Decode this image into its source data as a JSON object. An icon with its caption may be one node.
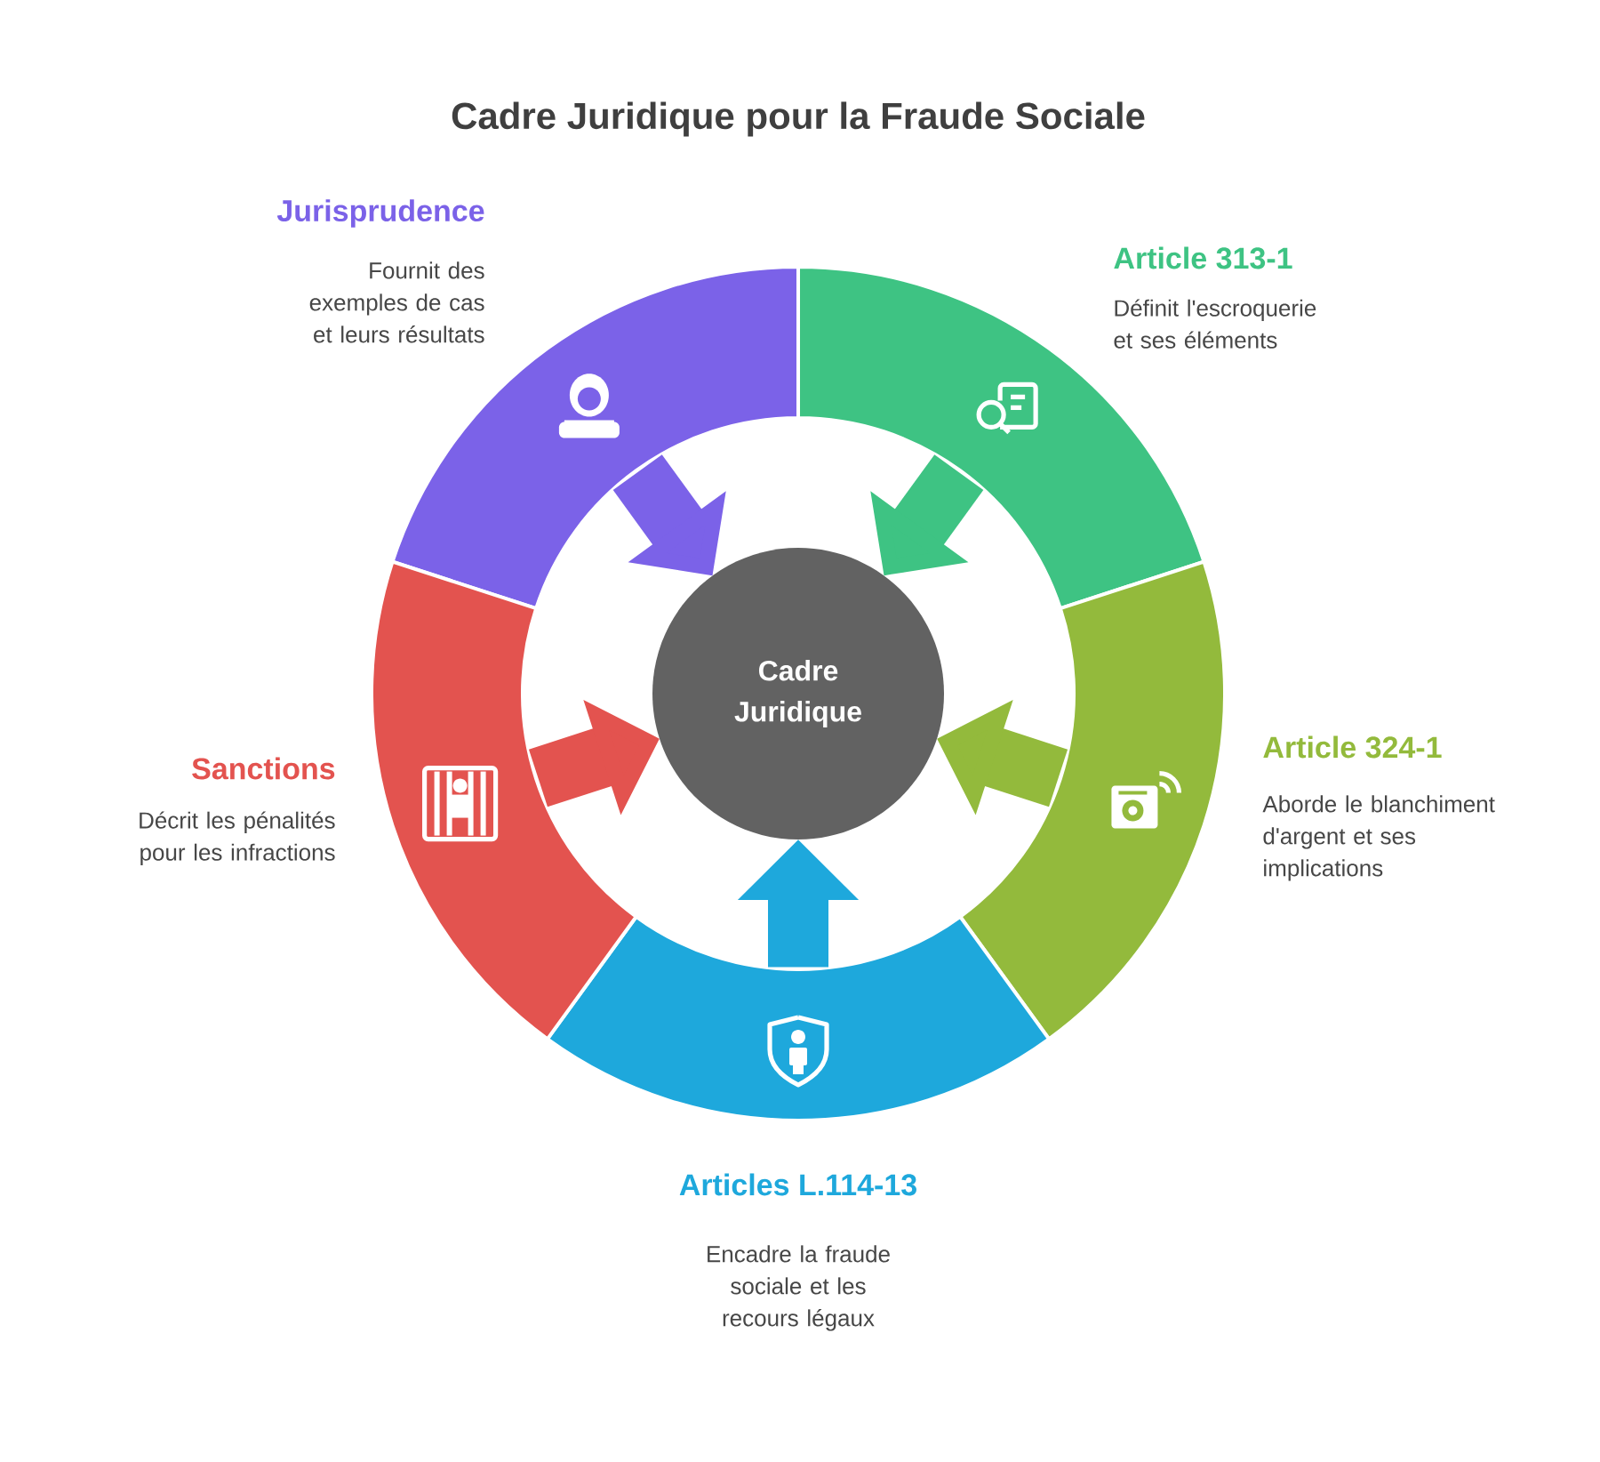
{
  "diagram": {
    "title": "Cadre Juridique pour la Fraude Sociale",
    "nodes": [
      {
        "text": [
          "Cadre Juridique"
        ]
      },
      {
        "text": [
          "Jurisprudence",
          "Fournit des exemples de cas et leurs résultats"
        ]
      },
      {
        "text": [
          "Article 313-1",
          "Définit l'escroquerie et ses éléments"
        ]
      },
      {
        "text": [
          "Article 324-1",
          "Aborde le blanchiment d'argent et ses implications"
        ]
      },
      {
        "text": [
          "Articles L.114-13",
          "Encadre la fraude sociale et les recours légaux"
        ]
      },
      {
        "text": [
          "Sanctions",
          "Décrit les pénalités pour les infractions"
        ]
      }
    ],
    "edges": [
      {
        "from": 1,
        "to": 0,
        "arrow": "to",
        "color": "#7b62e8"
      },
      {
        "from": 2,
        "to": 0,
        "arrow": "to",
        "color": "#3ec383"
      },
      {
        "from": 3,
        "to": 0,
        "arrow": "to",
        "color": "#93ba3c"
      },
      {
        "from": 4,
        "to": 0,
        "arrow": "to",
        "color": "#1ea8dc"
      },
      {
        "from": 5,
        "to": 0,
        "arrow": "to",
        "color": "#e3534f"
      }
    ]
  }
}
